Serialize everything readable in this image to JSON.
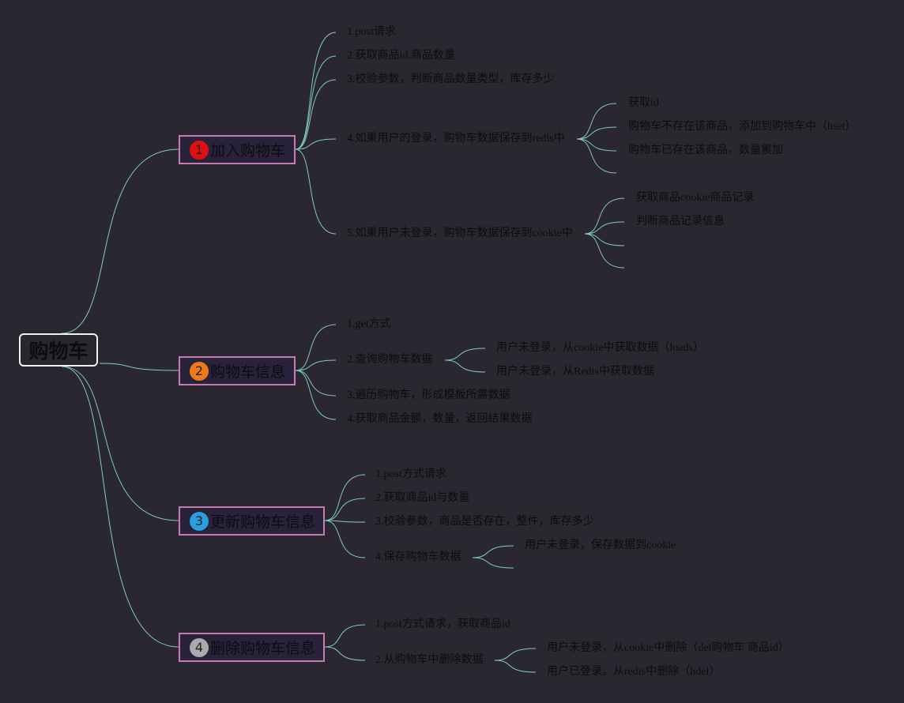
{
  "colors": {
    "background": "#2b2730",
    "link": "#7ec9c3",
    "branch_border": "#c87bb0",
    "badge_1": "#e01010",
    "badge_2": "#f07a1a",
    "badge_3": "#2a9ce0",
    "badge_4": "#aaaaaa"
  },
  "root": {
    "label": "购物车"
  },
  "branches": [
    {
      "badge": "1",
      "label": "加入购物车",
      "items": [
        {
          "label": "1.post请求"
        },
        {
          "label": "2.获取商品id,商品数量"
        },
        {
          "label": "3.校验参数，判断商品数量类型，库存多少"
        },
        {
          "label": "4.如果用户的登录，购物车数据保存到redis中",
          "children": [
            "获取id",
            "购物车不存在该商品，添加到购物车中（hset）",
            "购物车已存在该商品，数量累加",
            ""
          ]
        },
        {
          "label": "5.如果用户未登录，购物车数据保存到cookie中",
          "children": [
            "获取商品cookie商品记录",
            "判断商品记录信息",
            "",
            ""
          ]
        }
      ]
    },
    {
      "badge": "2",
      "label": "购物车信息",
      "items": [
        {
          "label": "1.get方式"
        },
        {
          "label": "2.查询购物车数据",
          "children": [
            "用户未登录，从cookie中获取数据（loads）",
            "用户未登录，从Redis中获取数据"
          ]
        },
        {
          "label": "3.遍历购物车，形成模板所需数据"
        },
        {
          "label": "4.获取商品金额，数量，返回结果数据"
        }
      ]
    },
    {
      "badge": "3",
      "label": "更新购物车信息",
      "items": [
        {
          "label": "1.post方式请求"
        },
        {
          "label": "2.获取商品id与数量"
        },
        {
          "label": "3.校验参数，商品是否存在，整件，库存多少"
        },
        {
          "label": "4.保存购物车数据",
          "children": [
            "用户未登录，保存数据到cookie",
            ""
          ]
        }
      ]
    },
    {
      "badge": "4",
      "label": "删除购物车信息",
      "items": [
        {
          "label": "1.post方式请求，获取商品id"
        },
        {
          "label": "2.从购物车中删除数据",
          "children": [
            "用户未登录，从cookie中删除（del购物车 商品id）",
            "用户已登录。从redis中删除（hdel）"
          ]
        }
      ]
    }
  ]
}
